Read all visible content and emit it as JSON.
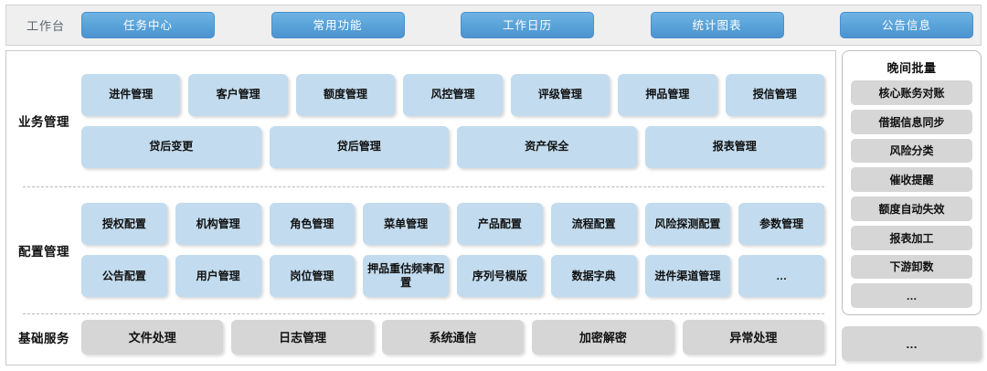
{
  "topbar": {
    "title": "工作台",
    "buttons": [
      {
        "label": "任务中心"
      },
      {
        "label": "常用功能"
      },
      {
        "label": "工作日历"
      },
      {
        "label": "统计图表"
      },
      {
        "label": "公告信息"
      }
    ]
  },
  "sections": [
    {
      "key": "business",
      "label": "业务管理",
      "rows": [
        [
          "进件管理",
          "客户管理",
          "额度管理",
          "风控管理",
          "评级管理",
          "押品管理",
          "授信管理"
        ],
        [
          "贷后变更",
          "贷后管理",
          "资产保全",
          "报表管理"
        ]
      ]
    },
    {
      "key": "config",
      "label": "配置管理",
      "rows": [
        [
          "授权配置",
          "机构管理",
          "角色管理",
          "菜单管理",
          "产品配置",
          "流程配置",
          "风险探测配置",
          "参数管理"
        ],
        [
          "公告配置",
          "用户管理",
          "岗位管理",
          "押品重估频率配置",
          "序列号模版",
          "数据字典",
          "进件渠道管理",
          "…"
        ]
      ]
    },
    {
      "key": "basic",
      "label": "基础服务",
      "rows": [
        [
          "文件处理",
          "日志管理",
          "系统通信",
          "加密解密",
          "异常处理"
        ]
      ]
    }
  ],
  "batch_panel": {
    "title": "晚间批量",
    "items": [
      "核心账务对账",
      "借据信息同步",
      "风险分类",
      "催收提醒",
      "额度自动失效",
      "报表加工",
      "下游卸数",
      "…"
    ]
  },
  "basic_extra": "…",
  "colors": {
    "topbar_bg": "#efefef",
    "topbtn_blue": "#5ba4da",
    "cell_blue": "#c2dbee",
    "cell_gray": "#d6d6d6",
    "panel_border": "#c9c9c9",
    "text": "#111111",
    "title_text": "#5a6570"
  }
}
